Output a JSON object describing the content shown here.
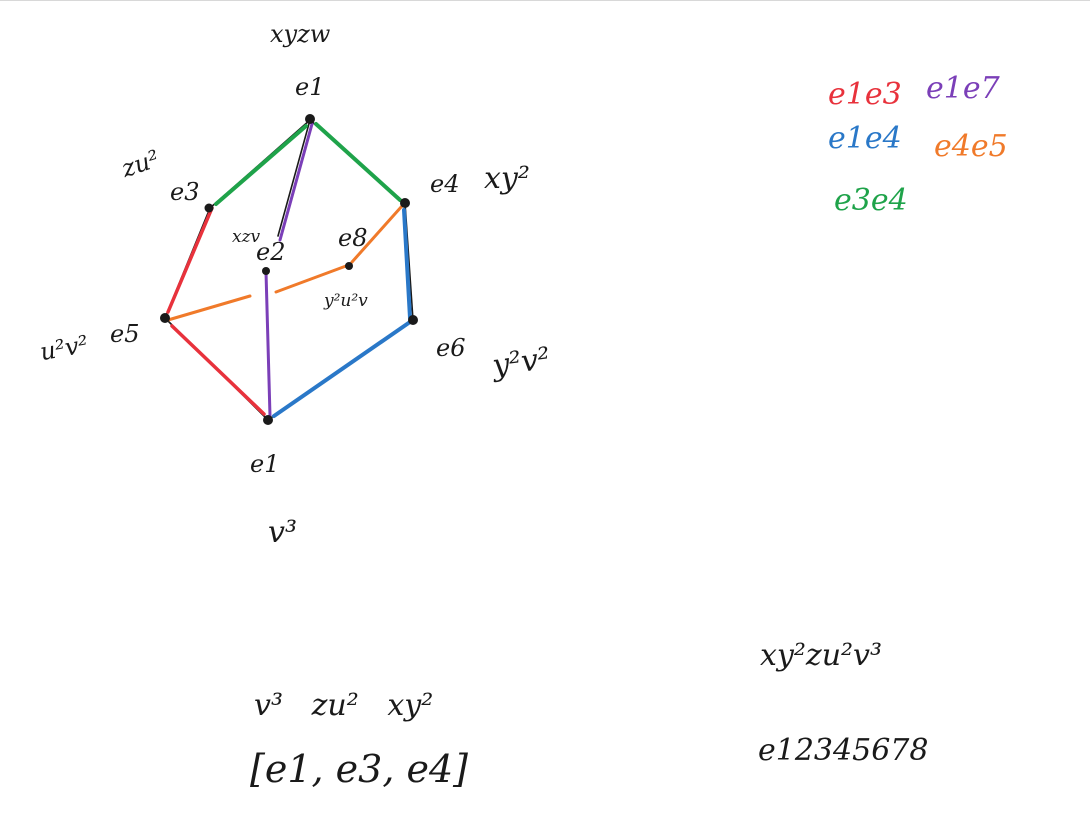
{
  "colors": {
    "ink": "#1a1a1a",
    "red": "#e8323c",
    "purple": "#7b3fb8",
    "blue": "#2a78c8",
    "orange": "#f07a2a",
    "green": "#1fa34a"
  },
  "vertices": {
    "top": {
      "name": "e1",
      "monomial": "xyzw"
    },
    "left_upper": {
      "name": "e3",
      "monomial": "zu²"
    },
    "right_upper": {
      "name": "e4",
      "monomial": "xy²"
    },
    "inner_left": {
      "name": "e2",
      "monomial": "xzv"
    },
    "inner_right": {
      "name": "e8",
      "monomial": "y²u²v"
    },
    "left_lower": {
      "name": "e5",
      "monomial": "u²v²"
    },
    "right_lower": {
      "name": "e6",
      "monomial": "y²v²"
    },
    "bottom": {
      "name": "e1",
      "monomial": "v³"
    }
  },
  "legend": [
    {
      "label": "e1e3",
      "color": "red"
    },
    {
      "label": "e1e7",
      "color": "purple"
    },
    {
      "label": "e1e4",
      "color": "blue"
    },
    {
      "label": "e4e5",
      "color": "orange"
    },
    {
      "label": "e3e4",
      "color": "green"
    }
  ],
  "notes": {
    "bottom_monomials": "v³   zu²   xy²",
    "bottom_bracket": "[e1, e3, e4]",
    "right_product": "xy²zu²v³",
    "right_index": "e12345678"
  }
}
